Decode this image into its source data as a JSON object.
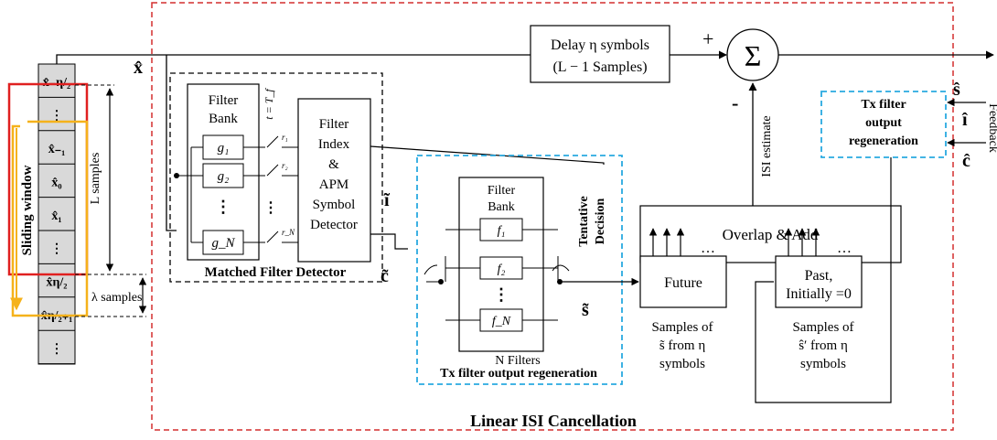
{
  "input": {
    "label": "x̂",
    "cells": [
      "x̂₋η/₂",
      "⋮",
      "x̂₋₁",
      "x̂₀",
      "x̂₁",
      "⋮",
      "x̂η/₂",
      "x̂η/₂₊₁",
      "⋮"
    ],
    "sliding_window": "Sliding window",
    "l_samples": "L samples",
    "lambda_samples": "λ samples"
  },
  "delay": {
    "line1": "Delay η symbols",
    "line2": "(L − 1 Samples)"
  },
  "sum": {
    "symbol": "Σ",
    "plus": "+",
    "minus": "-"
  },
  "output": {
    "label": "ŝ"
  },
  "matched_filter": {
    "title": "Matched Filter Detector",
    "bank_title_1": "Filter",
    "bank_title_2": "Bank",
    "filters": [
      "g₁",
      "g₂",
      "⋮",
      "g_N"
    ],
    "sample_time": "t = T_f",
    "switch_labels": [
      "r₁",
      "r₂",
      "r_N"
    ],
    "dots": "⋮",
    "detector_lines": [
      "Filter",
      "Index",
      "&",
      "APM",
      "Symbol",
      "Detector"
    ]
  },
  "index_label": "ĩ",
  "symbol_label": "c̃",
  "tx_regen_mid": {
    "bank_title_1": "Filter",
    "bank_title_2": "Bank",
    "filters": [
      "f₁",
      "f₂",
      "⋮",
      "f_N"
    ],
    "n_filters": "N Filters",
    "title": "Tx filter output regeneration",
    "tentative_1": "Tentative",
    "tentative_2": "Decision",
    "s_tilde": "s̃"
  },
  "overlap_add": "Overlap & Add",
  "future": {
    "label": "Future",
    "dots": "…",
    "caption": [
      "Samples of",
      "s̃ from η",
      "symbols"
    ]
  },
  "past": {
    "line1": "Past,",
    "line2": "Initially =0",
    "dots": "…",
    "caption": [
      "Samples of",
      "ŝ′ from η",
      "symbols"
    ]
  },
  "isi_estimate": "ISI estimate",
  "tx_regen_right": {
    "line1": "Tx filter",
    "line2": "output",
    "line3": "regeneration"
  },
  "feedback": {
    "label": "Feedback",
    "i_hat": "î",
    "c_hat": "ĉ"
  },
  "linear_isi_title": "Linear ISI Cancellation",
  "colors": {
    "red_dash": "#d32f2f",
    "blue_dash": "#29a9e0",
    "red_window": "#e02020",
    "orange_window": "#f5b21b",
    "cell_fill": "#d9d9d9"
  }
}
